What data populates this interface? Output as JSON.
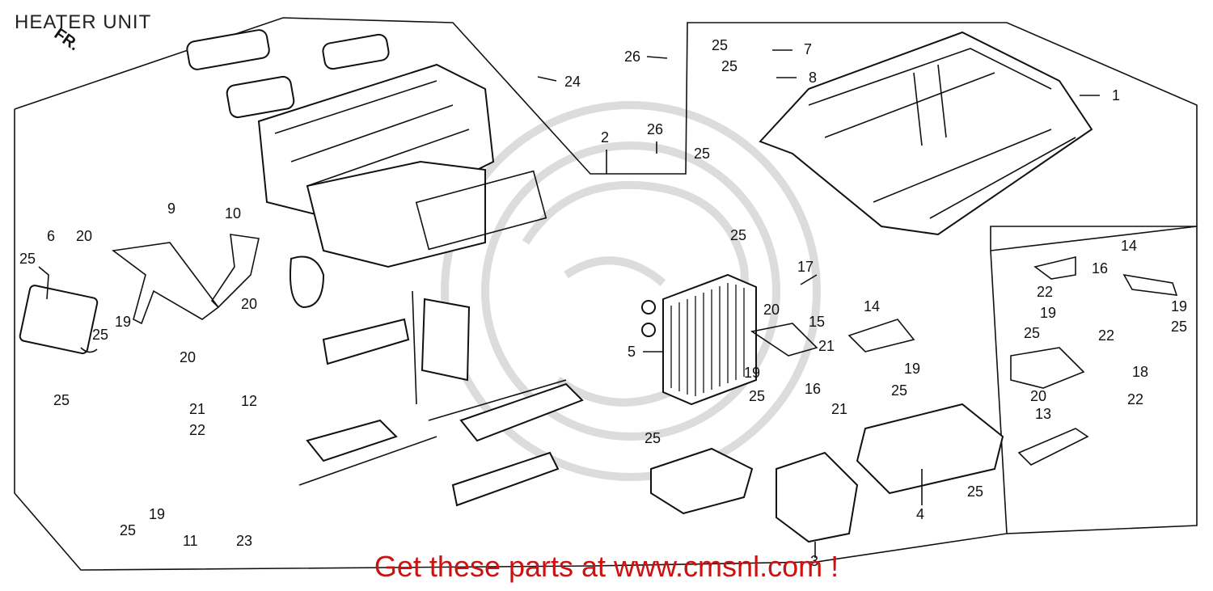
{
  "title": "HEATER UNIT",
  "orientation_label": "FR.",
  "promo": "Get these parts at www.cmsnl.com !",
  "colors": {
    "promo": "#cc1111",
    "line": "#111111",
    "watermark": "#dcdcdc"
  },
  "callouts": [
    {
      "id": "c1",
      "text": "1"
    },
    {
      "id": "c2",
      "text": "2"
    },
    {
      "id": "c3",
      "text": "3"
    },
    {
      "id": "c4",
      "text": "4"
    },
    {
      "id": "c5",
      "text": "5"
    },
    {
      "id": "c6",
      "text": "6"
    },
    {
      "id": "c7",
      "text": "7"
    },
    {
      "id": "c8",
      "text": "8"
    },
    {
      "id": "c9",
      "text": "9"
    },
    {
      "id": "c10",
      "text": "10"
    },
    {
      "id": "c11",
      "text": "11"
    },
    {
      "id": "c12",
      "text": "12"
    },
    {
      "id": "c13",
      "text": "13"
    },
    {
      "id": "c14a",
      "text": "14"
    },
    {
      "id": "c14b",
      "text": "14"
    },
    {
      "id": "c15",
      "text": "15"
    },
    {
      "id": "c16a",
      "text": "16"
    },
    {
      "id": "c16b",
      "text": "16"
    },
    {
      "id": "c17",
      "text": "17"
    },
    {
      "id": "c18",
      "text": "18"
    },
    {
      "id": "c19a",
      "text": "19"
    },
    {
      "id": "c19b",
      "text": "19"
    },
    {
      "id": "c19c",
      "text": "19"
    },
    {
      "id": "c19d",
      "text": "19"
    },
    {
      "id": "c19e",
      "text": "19"
    },
    {
      "id": "c19f",
      "text": "19"
    },
    {
      "id": "c20a",
      "text": "20"
    },
    {
      "id": "c20b",
      "text": "20"
    },
    {
      "id": "c20c",
      "text": "20"
    },
    {
      "id": "c20d",
      "text": "20"
    },
    {
      "id": "c20e",
      "text": "20"
    },
    {
      "id": "c21a",
      "text": "21"
    },
    {
      "id": "c21b",
      "text": "21"
    },
    {
      "id": "c21c",
      "text": "21"
    },
    {
      "id": "c22a",
      "text": "22"
    },
    {
      "id": "c22b",
      "text": "22"
    },
    {
      "id": "c22c",
      "text": "22"
    },
    {
      "id": "c22d",
      "text": "22"
    },
    {
      "id": "c23",
      "text": "23"
    },
    {
      "id": "c24",
      "text": "24"
    },
    {
      "id": "c25a",
      "text": "25"
    },
    {
      "id": "c25b",
      "text": "25"
    },
    {
      "id": "c25c",
      "text": "25"
    },
    {
      "id": "c25d",
      "text": "25"
    },
    {
      "id": "c25e",
      "text": "25"
    },
    {
      "id": "c25f",
      "text": "25"
    },
    {
      "id": "c25g",
      "text": "25"
    },
    {
      "id": "c25h",
      "text": "25"
    },
    {
      "id": "c25i",
      "text": "25"
    },
    {
      "id": "c25j",
      "text": "25"
    },
    {
      "id": "c25k",
      "text": "25"
    },
    {
      "id": "c25l",
      "text": "25"
    },
    {
      "id": "c25m",
      "text": "25"
    },
    {
      "id": "c25n",
      "text": "25"
    },
    {
      "id": "c26a",
      "text": "26"
    },
    {
      "id": "c26b",
      "text": "26"
    }
  ]
}
